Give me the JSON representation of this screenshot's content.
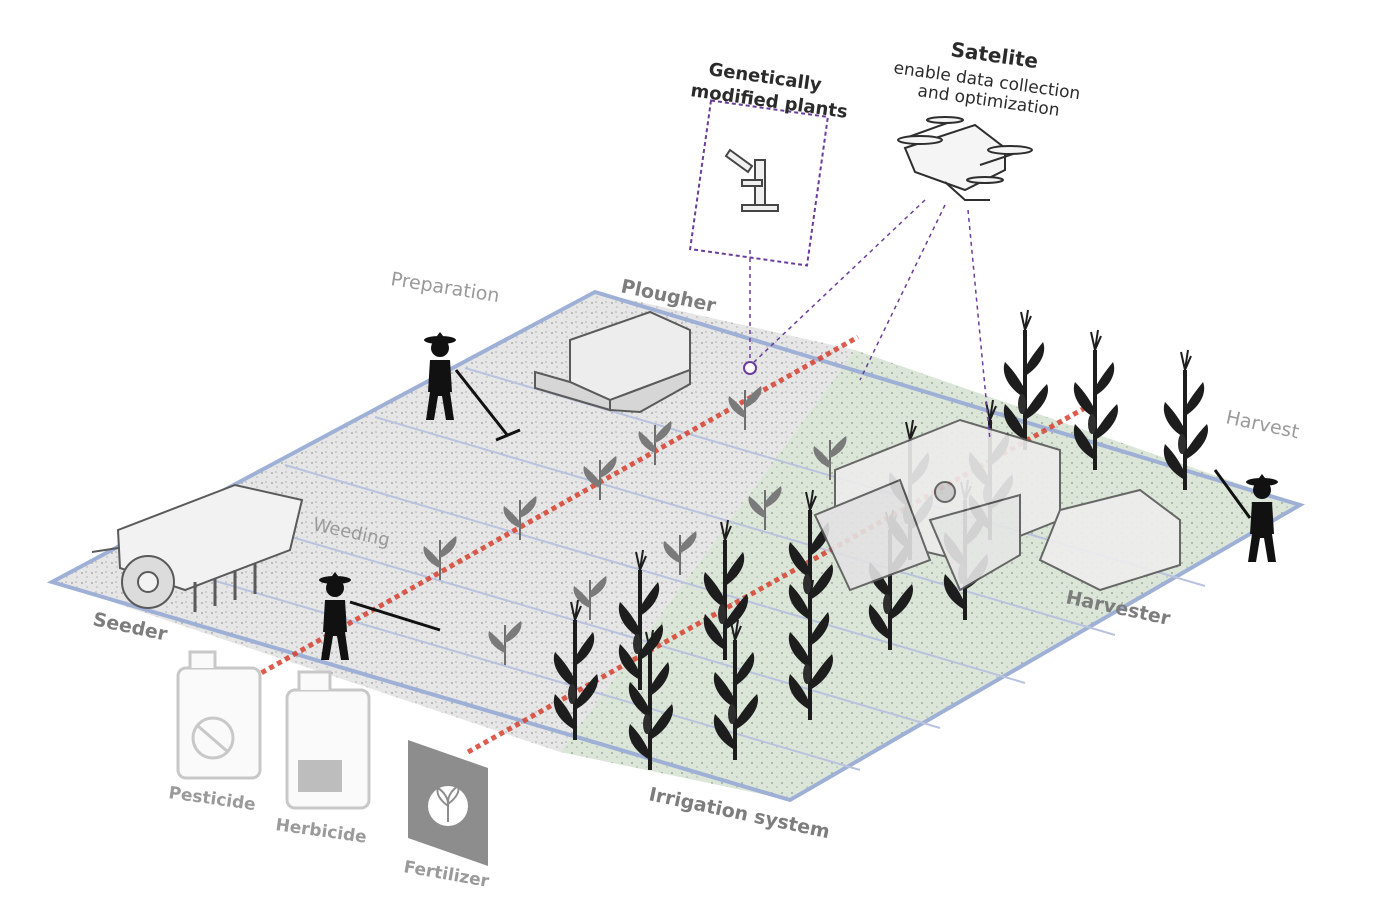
{
  "labels": {
    "gmo_title_line1": "Genetically",
    "gmo_title_line2": "modified plants",
    "satellite_title": "Satelite",
    "satellite_desc_line1": "enable data collection",
    "satellite_desc_line2": "and optimization",
    "preparation": "Preparation",
    "plougher": "Plougher",
    "harvest": "Harvest",
    "weeding": "Weeding",
    "seeder": "Seeder",
    "harvester": "Harvester",
    "irrigation": "Irrigation system",
    "pesticide": "Pesticide",
    "herbicide": "Herbicide",
    "fertilizer": "Fertilizer"
  },
  "colors": {
    "field_border": "#9fb0d6",
    "red_line": "#d9402e",
    "gmo_box": "#6a3d9a",
    "text_dark": "#2b2b2b",
    "text_grey": "#9a9a9a",
    "ground_left": "#e9e9e9",
    "ground_right": "#dfe8dc"
  },
  "icons": [
    "farmer-with-rake-icon",
    "farmer-weeding-icon",
    "farmer-harvest-icon",
    "seeder-machine-icon",
    "plougher-machine-icon",
    "harvester-machine-icon",
    "drone-icon",
    "microscope-icon",
    "pesticide-jug-icon",
    "herbicide-jug-icon",
    "fertilizer-bag-icon",
    "corn-plant-icon"
  ]
}
